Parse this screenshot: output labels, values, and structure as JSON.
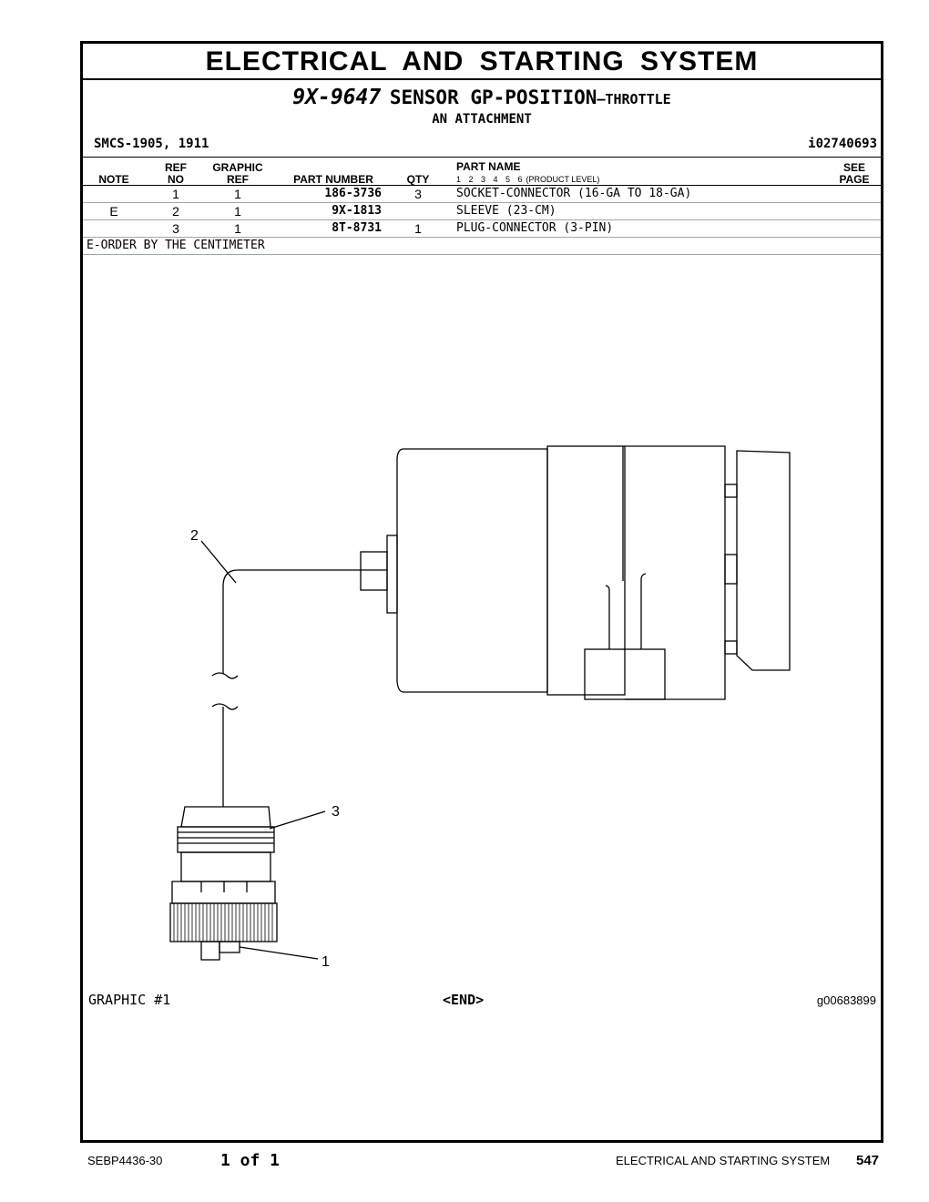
{
  "header": {
    "section_title": "ELECTRICAL AND STARTING SYSTEM",
    "part_number": "9X-9647",
    "part_name": "SENSOR GP-POSITION",
    "part_suffix": "—THROTTLE",
    "attachment": "AN ATTACHMENT",
    "smcs": "SMCS-1905, 1911",
    "info_id": "i02740693"
  },
  "columns": {
    "note": "NOTE",
    "ref_top": "REF",
    "ref_bottom": "NO",
    "graphic_top": "GRAPHIC",
    "graphic_bottom": "REF",
    "part_number": "PART NUMBER",
    "qty": "QTY",
    "part_name": "PART NAME",
    "product_levels": "1 2 3 4 5 6",
    "product_level_label": "(PRODUCT LEVEL)",
    "see_top": "SEE",
    "see_bottom": "PAGE"
  },
  "parts": [
    {
      "note": "",
      "ref": "1",
      "graphic": "1",
      "part_number": "186-3736",
      "qty": "3",
      "name": "SOCKET-CONNECTOR (16-GA TO 18-GA)"
    },
    {
      "note": "E",
      "ref": "2",
      "graphic": "1",
      "part_number": "9X-1813",
      "qty": "",
      "name": "SLEEVE (23-CM)"
    },
    {
      "note": "",
      "ref": "3",
      "graphic": "1",
      "part_number": "8T-8731",
      "qty": "1",
      "name": "PLUG-CONNECTOR (3-PIN)"
    }
  ],
  "notes": {
    "e": "E-ORDER BY THE CENTIMETER"
  },
  "graphic": {
    "callouts": {
      "one": "1",
      "two": "2",
      "three": "3"
    },
    "label": "GRAPHIC #1",
    "end": "<END>",
    "id": "g00683899"
  },
  "footer": {
    "doc": "SEBP4436-30",
    "page_of": "1 of 1",
    "section": "ELECTRICAL AND STARTING SYSTEM",
    "page_number": "547"
  }
}
